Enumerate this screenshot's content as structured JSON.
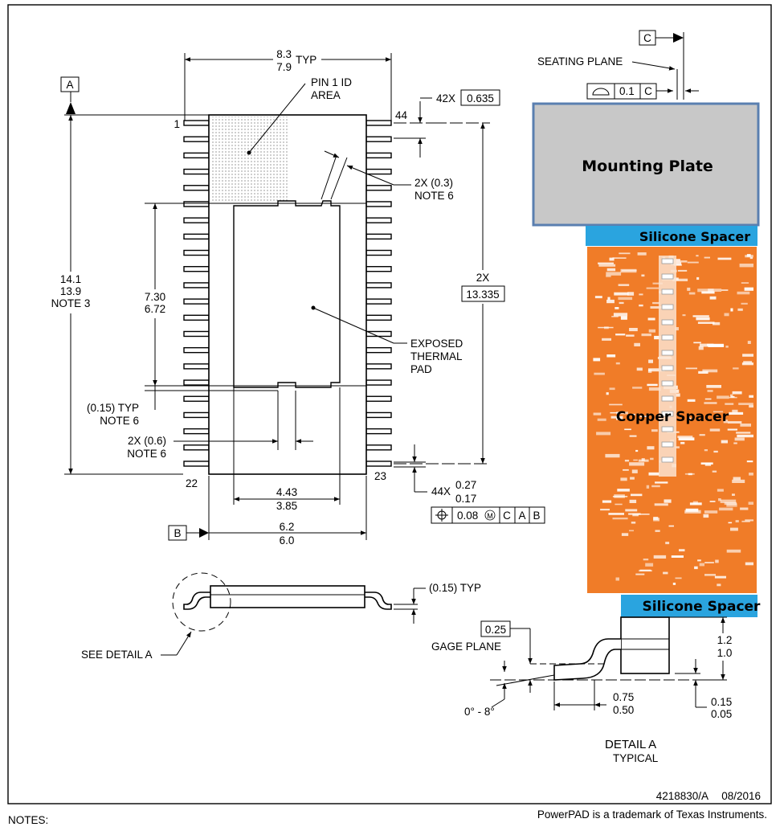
{
  "top_view": {
    "datum_a": "A",
    "datum_b": "B",
    "pin_1": "1",
    "pin_22": "22",
    "pin_23": "23",
    "pin_44": "44",
    "pin1_area_line1": "PIN 1 ID",
    "pin1_area_line2": "AREA",
    "body_width_max": "8.3",
    "body_width_min": "7.9",
    "body_width_suffix": "TYP",
    "pitch_prefix": "42X",
    "pitch_value": "0.635",
    "tab_width_line1": "2X (0.3)",
    "tab_width_line2": "NOTE 6",
    "body_length_max": "14.1",
    "body_length_min": "13.9",
    "body_length_note": "NOTE 3",
    "pad_length_max": "7.30",
    "pad_length_min": "6.72",
    "span_prefix": "2X",
    "span_value": "13.335",
    "exposed_pad_line1": "EXPOSED",
    "exposed_pad_line2": "THERMAL",
    "exposed_pad_line3": "PAD",
    "offset_line1": "(0.15) TYP",
    "offset_line2": "NOTE 6",
    "tab_gap_line1": "2X (0.6)",
    "tab_gap_line2": "NOTE 6",
    "lead_width_prefix": "44X",
    "lead_width_max": "0.27",
    "lead_width_min": "0.17",
    "fcf_tolerance": "0.08",
    "fcf_modifier": "M",
    "fcf_datum_1": "C",
    "fcf_datum_2": "A",
    "fcf_datum_3": "B",
    "pad_width_max": "4.43",
    "pad_width_min": "3.85",
    "body_width2_max": "6.2",
    "body_width2_min": "6.0"
  },
  "seating": {
    "datum_c": "C",
    "label": "SEATING PLANE",
    "flatness_value": "0.1",
    "flatness_datum": "C"
  },
  "overlay": {
    "mounting_plate": "Mounting Plate",
    "silicone_spacer_top": "Silicone Spacer",
    "copper_spacer": "Copper Spacer",
    "silicone_spacer_bottom": "Silicone Spacer",
    "colors": {
      "plate_fill": "#c8c8c8",
      "plate_border": "#5a7fb0",
      "silicone": "#2aa4df",
      "copper": "#f07c28"
    }
  },
  "side_view": {
    "typ_label": "(0.15) TYP",
    "see_detail": "SEE DETAIL A"
  },
  "detail_a": {
    "gage_value": "0.25",
    "gage_label": "GAGE PLANE",
    "height_max": "1.2",
    "height_min": "1.0",
    "angle_label": "0° - 8°",
    "foot_max": "0.75",
    "foot_min": "0.50",
    "standoff_max": "0.15",
    "standoff_min": "0.05",
    "title": "DETAIL A",
    "subtitle": "TYPICAL"
  },
  "footer": {
    "drawing_number": "4218830/A",
    "date": "08/2016",
    "notes": "NOTES:",
    "trademark": "PowerPAD is a trademark of Texas Instruments."
  }
}
